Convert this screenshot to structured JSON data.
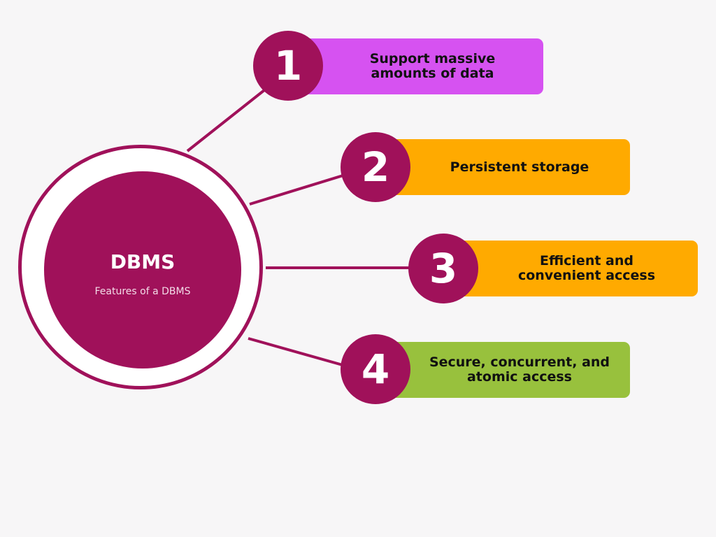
{
  "hub": {
    "title": "DBMS",
    "subtitle": "Features of a DBMS"
  },
  "colors": {
    "background": "#f7f6f7",
    "accent": "#a0115a",
    "hub_ring": "#ffffff",
    "card_1": "#d652f1",
    "card_2": "#ffaa00",
    "card_3": "#ffaa00",
    "card_4": "#98c13d"
  },
  "features": [
    {
      "number": "1",
      "text": "Support massive\namounts of data"
    },
    {
      "number": "2",
      "text": "Persistent storage"
    },
    {
      "number": "3",
      "text": "Efficient and\nconvenient access"
    },
    {
      "number": "4",
      "text": "Secure, concurrent, and\natomic access"
    }
  ]
}
